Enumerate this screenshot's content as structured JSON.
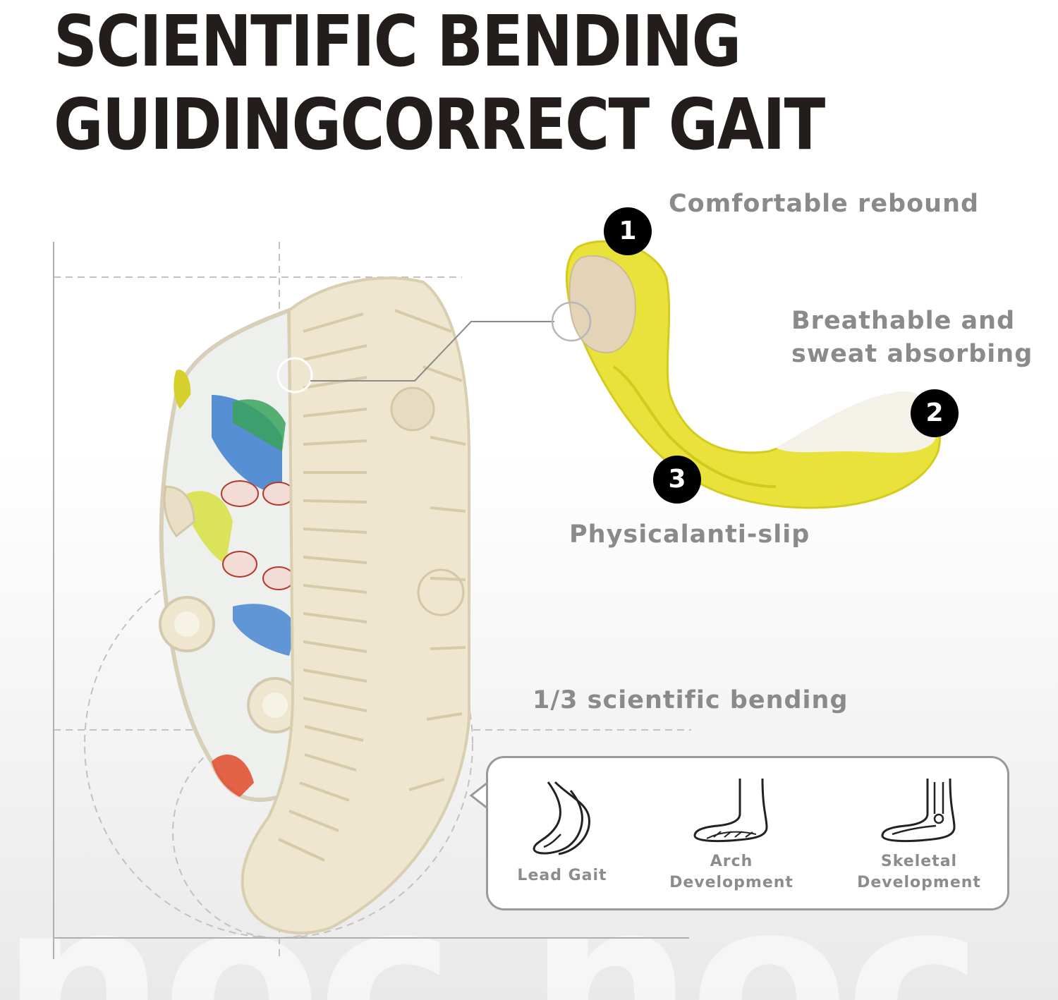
{
  "headline": {
    "line1": "SCIENTIFIC BENDING",
    "line2": "GUIDINGCORRECT GAIT"
  },
  "watermark": "noc noc",
  "features": [
    {
      "number": "1",
      "label": "Comfortable rebound"
    },
    {
      "number": "2",
      "label_line1": "Breathable and",
      "label_line2": "sweat absorbing"
    },
    {
      "number": "3",
      "label": "Physicalanti-slip"
    }
  ],
  "bending_label": "1/3 scientific bending",
  "benefits": [
    {
      "icon": "foot-gait-icon",
      "label_line1": "Lead Gait",
      "label_line2": ""
    },
    {
      "icon": "foot-arch-icon",
      "label_line1": "Arch",
      "label_line2": "Development"
    },
    {
      "icon": "foot-skeleton-icon",
      "label_line1": "Skeletal",
      "label_line2": "Development"
    }
  ],
  "colors": {
    "headline": "#231d1c",
    "insole_yellow": "#e8e23a",
    "sole_cream": "#efe6cf",
    "label_gray": "#8a8a8a"
  }
}
